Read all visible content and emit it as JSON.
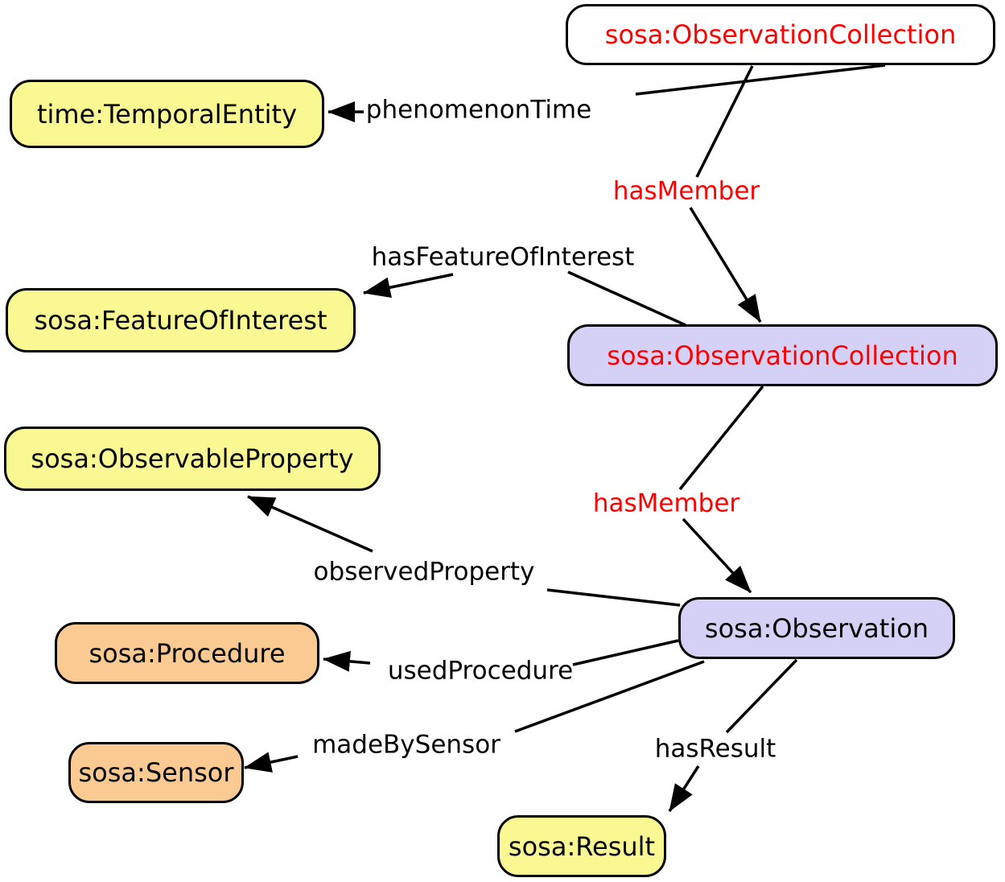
{
  "colors": {
    "node-yellow": "#FAF893",
    "node-lavender": "#D5D1F6",
    "node-orange": "#FBCA92",
    "node-white": "#FFFFFF",
    "node-border": "#000000",
    "edge-line": "#000000",
    "label-red": "#FF0000",
    "label-black": "#000000"
  },
  "nodes": [
    {
      "id": "observation-collection-outer",
      "label": "sosa:ObservationCollection",
      "fill": "white",
      "text_color": "red"
    },
    {
      "id": "temporal-entity",
      "label": "time:TemporalEntity",
      "fill": "yellow",
      "text_color": "black"
    },
    {
      "id": "feature-of-interest",
      "label": "sosa:FeatureOfInterest",
      "fill": "yellow",
      "text_color": "black"
    },
    {
      "id": "observation-collection-member",
      "label": "sosa:ObservationCollection",
      "fill": "lavender",
      "text_color": "red"
    },
    {
      "id": "observable-property",
      "label": "sosa:ObservableProperty",
      "fill": "yellow",
      "text_color": "black"
    },
    {
      "id": "procedure",
      "label": "sosa:Procedure",
      "fill": "orange",
      "text_color": "black"
    },
    {
      "id": "observation",
      "label": "sosa:Observation",
      "fill": "lavender",
      "text_color": "black"
    },
    {
      "id": "sensor",
      "label": "sosa:Sensor",
      "fill": "orange",
      "text_color": "black"
    },
    {
      "id": "result",
      "label": "sosa:Result",
      "fill": "yellow",
      "text_color": "black"
    }
  ],
  "edges": [
    {
      "label": "phenomenonTime",
      "label_color": "black",
      "from": "observation-collection-outer",
      "to": "temporal-entity"
    },
    {
      "label": "hasMember",
      "label_color": "red",
      "from": "observation-collection-outer",
      "to": "observation-collection-member"
    },
    {
      "label": "hasFeatureOfInterest",
      "label_color": "black",
      "from": "observation-collection-member",
      "to": "feature-of-interest"
    },
    {
      "label": "hasMember",
      "label_color": "red",
      "from": "observation-collection-member",
      "to": "observation"
    },
    {
      "label": "observedProperty",
      "label_color": "black",
      "from": "observation",
      "to": "observable-property"
    },
    {
      "label": "usedProcedure",
      "label_color": "black",
      "from": "observation",
      "to": "procedure"
    },
    {
      "label": "madeBySensor",
      "label_color": "black",
      "from": "observation",
      "to": "sensor"
    },
    {
      "label": "hasResult",
      "label_color": "black",
      "from": "observation",
      "to": "result"
    }
  ]
}
